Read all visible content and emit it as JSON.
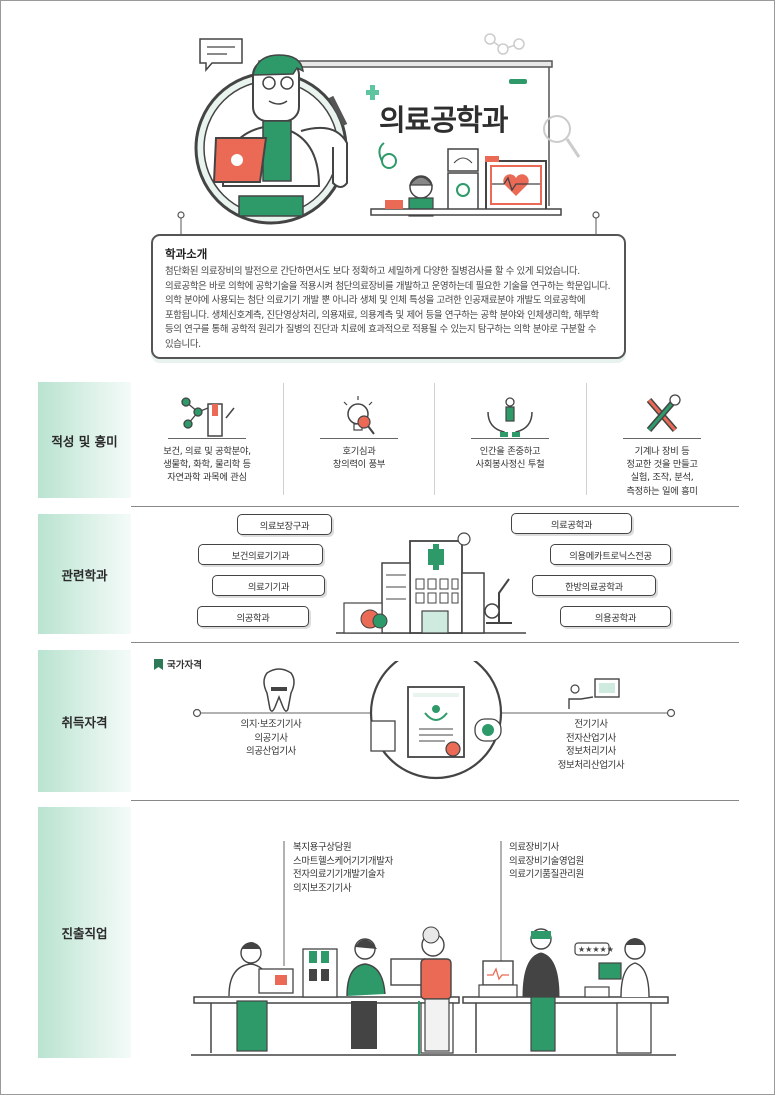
{
  "hero": {
    "title": "의료공학과"
  },
  "intro": {
    "title": "학과소개",
    "body": "첨단화된 의료장비의 발전으로 간단하면서도 보다 정확하고 세밀하게 다양한 질병검사를 할 수 있게 되었습니다. 의료공학은 바로 의학에 공학기술을 적용시켜 첨단의료장비를 개발하고 운영하는데 필요한 기술을 연구하는 학문입니다. 의학 분야에 사용되는 첨단 의료기기 개발 뿐 아니라 생체 및 인체 특성을 고려한 인공재료분야 개발도 의료공학에 포함됩니다. 생체신호계측, 진단영상처리, 의용재료, 의용계측 및 제어 등을 연구하는 공학 분야와 인체생리학, 해부학 등의 연구를 통해 공학적 원리가 질병의 진단과 치료에 효과적으로 적용될 수 있는지 탐구하는 의학 분야로 구분할 수 있습니다."
  },
  "aptitude": {
    "label": "적성 및 흥미",
    "items": [
      {
        "icon": "science-book-icon",
        "lines": [
          "보건, 의료 및 공학분야,",
          "생물학, 화학, 물리학 등",
          "자연과학 과목에 관심"
        ]
      },
      {
        "icon": "lightbulb-magnifier-icon",
        "lines": [
          "호기심과",
          "창의력이 풍부"
        ]
      },
      {
        "icon": "caring-hands-icon",
        "lines": [
          "인간을 존중하고",
          "사회봉사정신 투철"
        ]
      },
      {
        "icon": "tools-icon",
        "lines": [
          "기계나 장비 등",
          "정교한 것을 만들고",
          "실험, 조작, 분석,",
          "측정하는 일에 흥미"
        ]
      }
    ]
  },
  "related": {
    "label": "관련학과",
    "left": [
      "의료보장구과",
      "보건의료기기과",
      "의료기기과",
      "의공학과"
    ],
    "right": [
      "의료공학과",
      "의용메카트로닉스전공",
      "한방의료공학과",
      "의용공학과"
    ]
  },
  "certs": {
    "label": "취득자격",
    "national": "국가자격",
    "left": [
      "의지·보조기기사",
      "의공기사",
      "의공산업기사"
    ],
    "right": [
      "전기기사",
      "전자산업기사",
      "정보처리기사",
      "정보처리산업기사"
    ]
  },
  "jobs": {
    "label": "진출직업",
    "left": [
      "복지용구상담원",
      "스마트헬스케어기기개발자",
      "전자의료기기개발기술자",
      "의지보조기기사"
    ],
    "right": [
      "의료장비기사",
      "의료장비기술영업원",
      "의료기기품질관리원"
    ]
  }
}
